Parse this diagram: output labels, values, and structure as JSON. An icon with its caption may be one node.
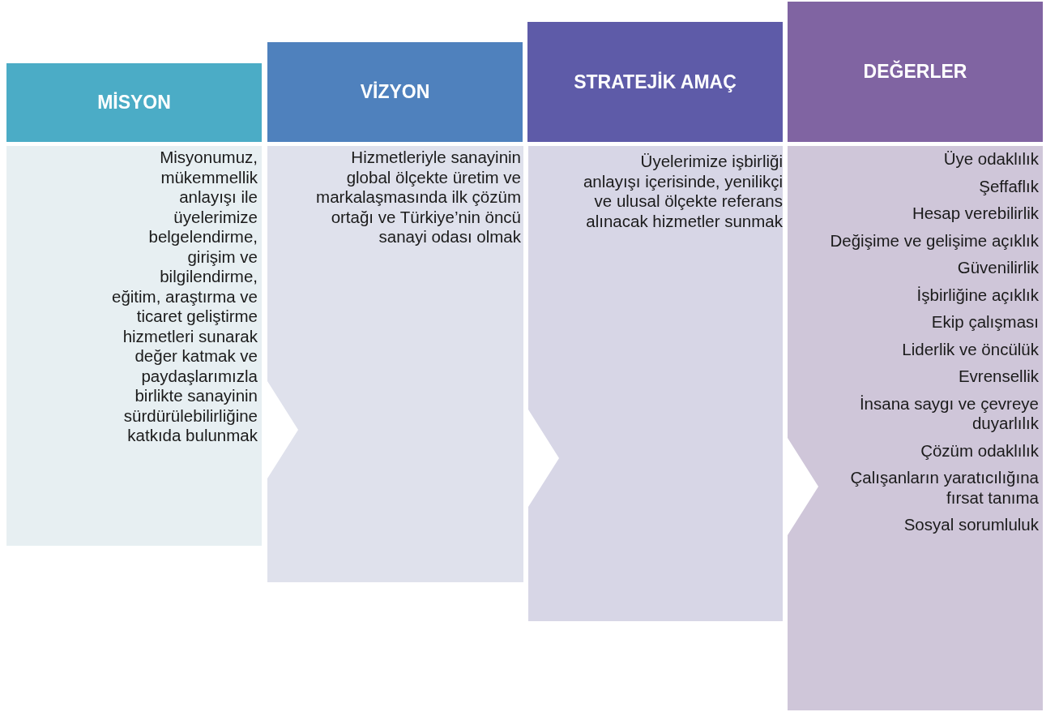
{
  "diagram": {
    "nodes": [
      {
        "text": [
          "MİSYON"
        ]
      },
      {
        "text": [
          "Misyonumuz, mükemmellik anlayışı ile üyelerimize belgelendirme, girişim ve bilgilendirme, eğitim, araştırma ve ticaret geliştirme hizmetleri sunarak değer katmak ve paydaşlarımızla birlikte sanayinin sürdürülebilirliğine katkıda bulunmak"
        ]
      },
      {
        "text": [
          "VİZYON"
        ]
      },
      {
        "text": [
          "Hizmetleriyle sanayinin  global ölçekte üretim ve markalaşmasında ilk çözüm ortağı ve Türkiye’nin öncü sanayi odası olmak"
        ]
      },
      {
        "text": [
          "STRATEJİK AMAÇ"
        ]
      },
      {
        "text": [
          "Üyelerimize işbirliği anlayışı içerisinde, yenilikçi ve ulusal ölçekte referans alınacak hizmetler sunmak"
        ]
      },
      {
        "text": [
          "DEĞERLER"
        ]
      },
      {
        "text": [
          "Üye odaklılık",
          "Şeffaflık",
          "Hesap verebilirlik",
          "Değişime ve gelişime açıklık",
          "Güvenilirlik",
          "İşbirliğine açıklık",
          "Ekip çalışması",
          "Liderlik ve öncülük",
          "Evrensellik",
          "İnsana saygı ve çevreye duyarlılık",
          "Çözüm odaklılık",
          "Çalışanların yaratıcılığına fırsat tanıma",
          "Sosyal sorumluluk"
        ]
      }
    ]
  }
}
